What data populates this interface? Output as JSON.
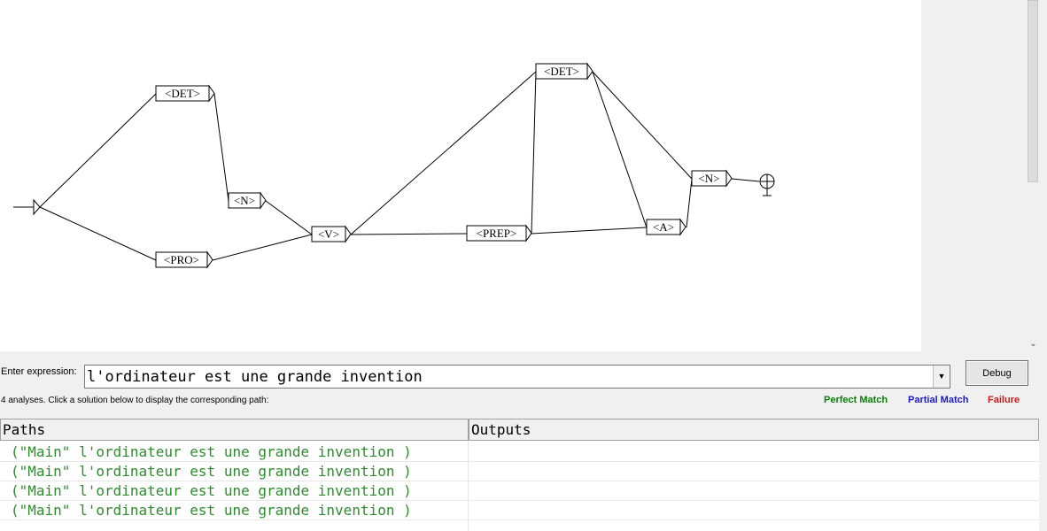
{
  "graph": {
    "boxes": [
      {
        "id": "det1",
        "label": "<DET>"
      },
      {
        "id": "n1",
        "label": "<N>"
      },
      {
        "id": "pro",
        "label": "<PRO>"
      },
      {
        "id": "v",
        "label": "<V>"
      },
      {
        "id": "det2",
        "label": "<DET>"
      },
      {
        "id": "prep",
        "label": "<PREP>"
      },
      {
        "id": "a",
        "label": "<A>"
      },
      {
        "id": "n2",
        "label": "<N>"
      }
    ]
  },
  "expression": {
    "label": "Enter expression:",
    "value": "l'ordinateur est une grande invention"
  },
  "debug_label": "Debug",
  "analyses_text": "4 analyses. Click a solution below to display the corresponding path:",
  "legend": {
    "perfect": {
      "label": "Perfect Match",
      "color": "#0a7d0a"
    },
    "partial": {
      "label": "Partial Match",
      "color": "#1a1acc"
    },
    "failure": {
      "label": "Failure",
      "color": "#cc1a1a"
    }
  },
  "table": {
    "headers": [
      "Paths",
      "Outputs"
    ],
    "rows": [
      "(\"Main\" l'ordinateur est une grande invention )",
      "(\"Main\" l'ordinateur est une grande invention )",
      "(\"Main\" l'ordinateur est une grande invention )",
      "(\"Main\" l'ordinateur est une grande invention )"
    ]
  }
}
